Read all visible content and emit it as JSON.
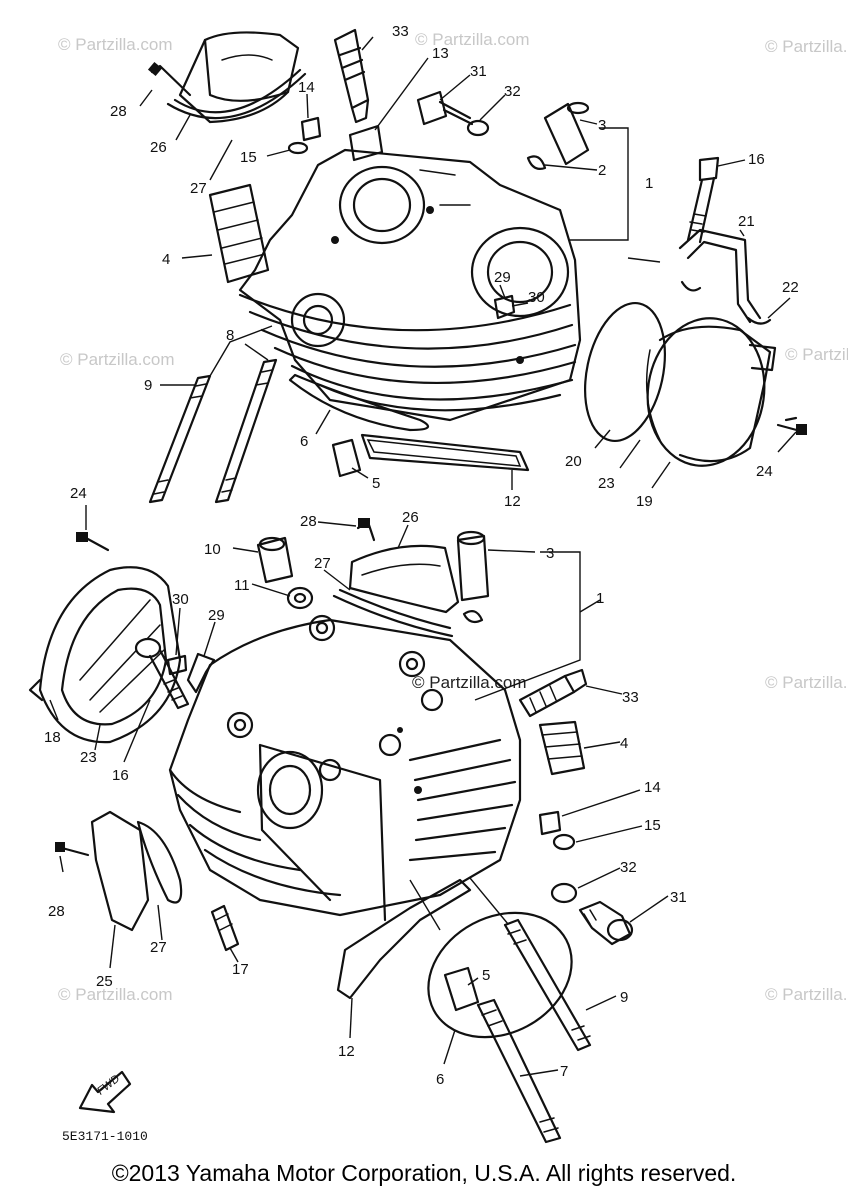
{
  "watermark": "© Partzilla.com",
  "diagram_code": "5E3171-1010",
  "fwd_label": "FWD",
  "copyright": "©2013 Yamaha Motor Corporation, U.S.A. All rights reserved.",
  "callouts_top": [
    "33",
    "13",
    "31",
    "32",
    "3",
    "2",
    "1",
    "16",
    "28",
    "26",
    "14",
    "15",
    "27",
    "4",
    "21",
    "22",
    "29",
    "30",
    "8",
    "9",
    "6",
    "5",
    "12",
    "20",
    "23",
    "19",
    "24"
  ],
  "callouts_bottom": [
    "24",
    "28",
    "26",
    "10",
    "3",
    "27",
    "11",
    "1",
    "30",
    "29",
    "18",
    "23",
    "16",
    "33",
    "4",
    "14",
    "15",
    "32",
    "31",
    "28",
    "27",
    "25",
    "17",
    "5",
    "9",
    "12",
    "6",
    "7"
  ]
}
